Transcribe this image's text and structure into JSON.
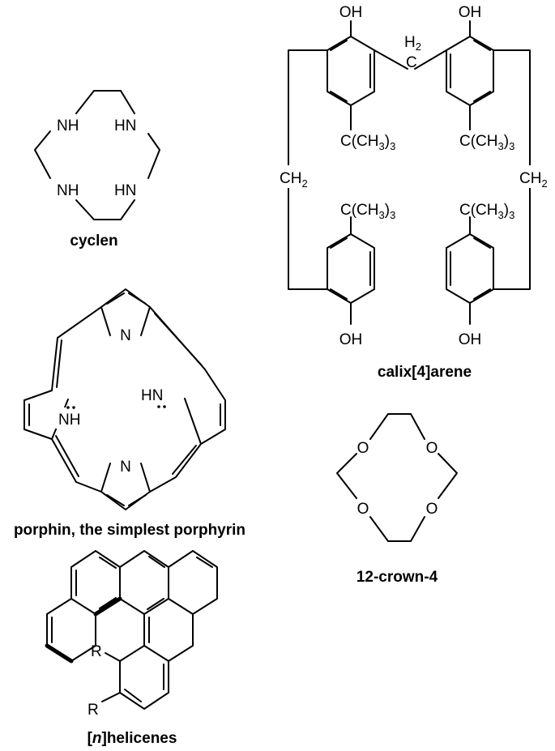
{
  "structures": {
    "cyclen": {
      "caption": "cyclen",
      "atoms": {
        "n1": "NH",
        "n2": "HN",
        "n3": "NH",
        "n4": "HN"
      }
    },
    "calixarene": {
      "caption": "calix[4]arene",
      "oh": "OH",
      "bridge_c": "C",
      "h2": "H",
      "h2_sub": "2",
      "ch2_main": "CH",
      "ch2_sub": "2",
      "tbutyl_main": "C(CH",
      "tbutyl_sub": "3",
      "tbutyl_end": ")",
      "tbutyl_end_sub": "3"
    },
    "porphin": {
      "caption": "porphin, the simplest porphyrin",
      "atoms": {
        "n_top": "N",
        "n_bottom": "N",
        "nh_left": "NH",
        "nh_right": "HN"
      }
    },
    "crown": {
      "caption": "12-crown-4",
      "atoms": {
        "o1": "O",
        "o2": "O",
        "o3": "O",
        "o4": "O"
      }
    },
    "helicene": {
      "caption_prefix": "[",
      "caption_italic": "n",
      "caption_suffix": "]helicenes",
      "r_top": "R",
      "r_bottom": "R"
    }
  }
}
